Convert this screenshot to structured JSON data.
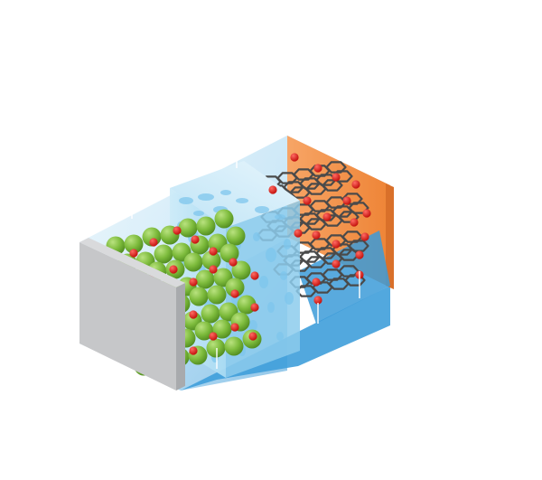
{
  "diagram": {
    "components": [
      {
        "id": "current-collector-left",
        "kind": "plate"
      },
      {
        "id": "cathode-particles",
        "kind": "particle-layer"
      },
      {
        "id": "separator",
        "kind": "porous-membrane"
      },
      {
        "id": "graphite-anode",
        "kind": "hexagonal-lattice"
      },
      {
        "id": "current-collector-right",
        "kind": "plate"
      }
    ],
    "ions": {
      "label_visible": false
    },
    "colors": {
      "left_plate_face": "#c6c7c9",
      "left_plate_edge": "#a8aaad",
      "particle": "#7dbb3c",
      "particle_highlight": "#b6e07a",
      "ion": "#e0201b",
      "separator": "#bfe3f5",
      "separator_pore": "#8fcdee",
      "electrolyte": "#4aa6dd",
      "lattice": "#4a4a4a",
      "right_plate": "#f08a3c",
      "right_plate_edge": "#d9702a"
    }
  }
}
